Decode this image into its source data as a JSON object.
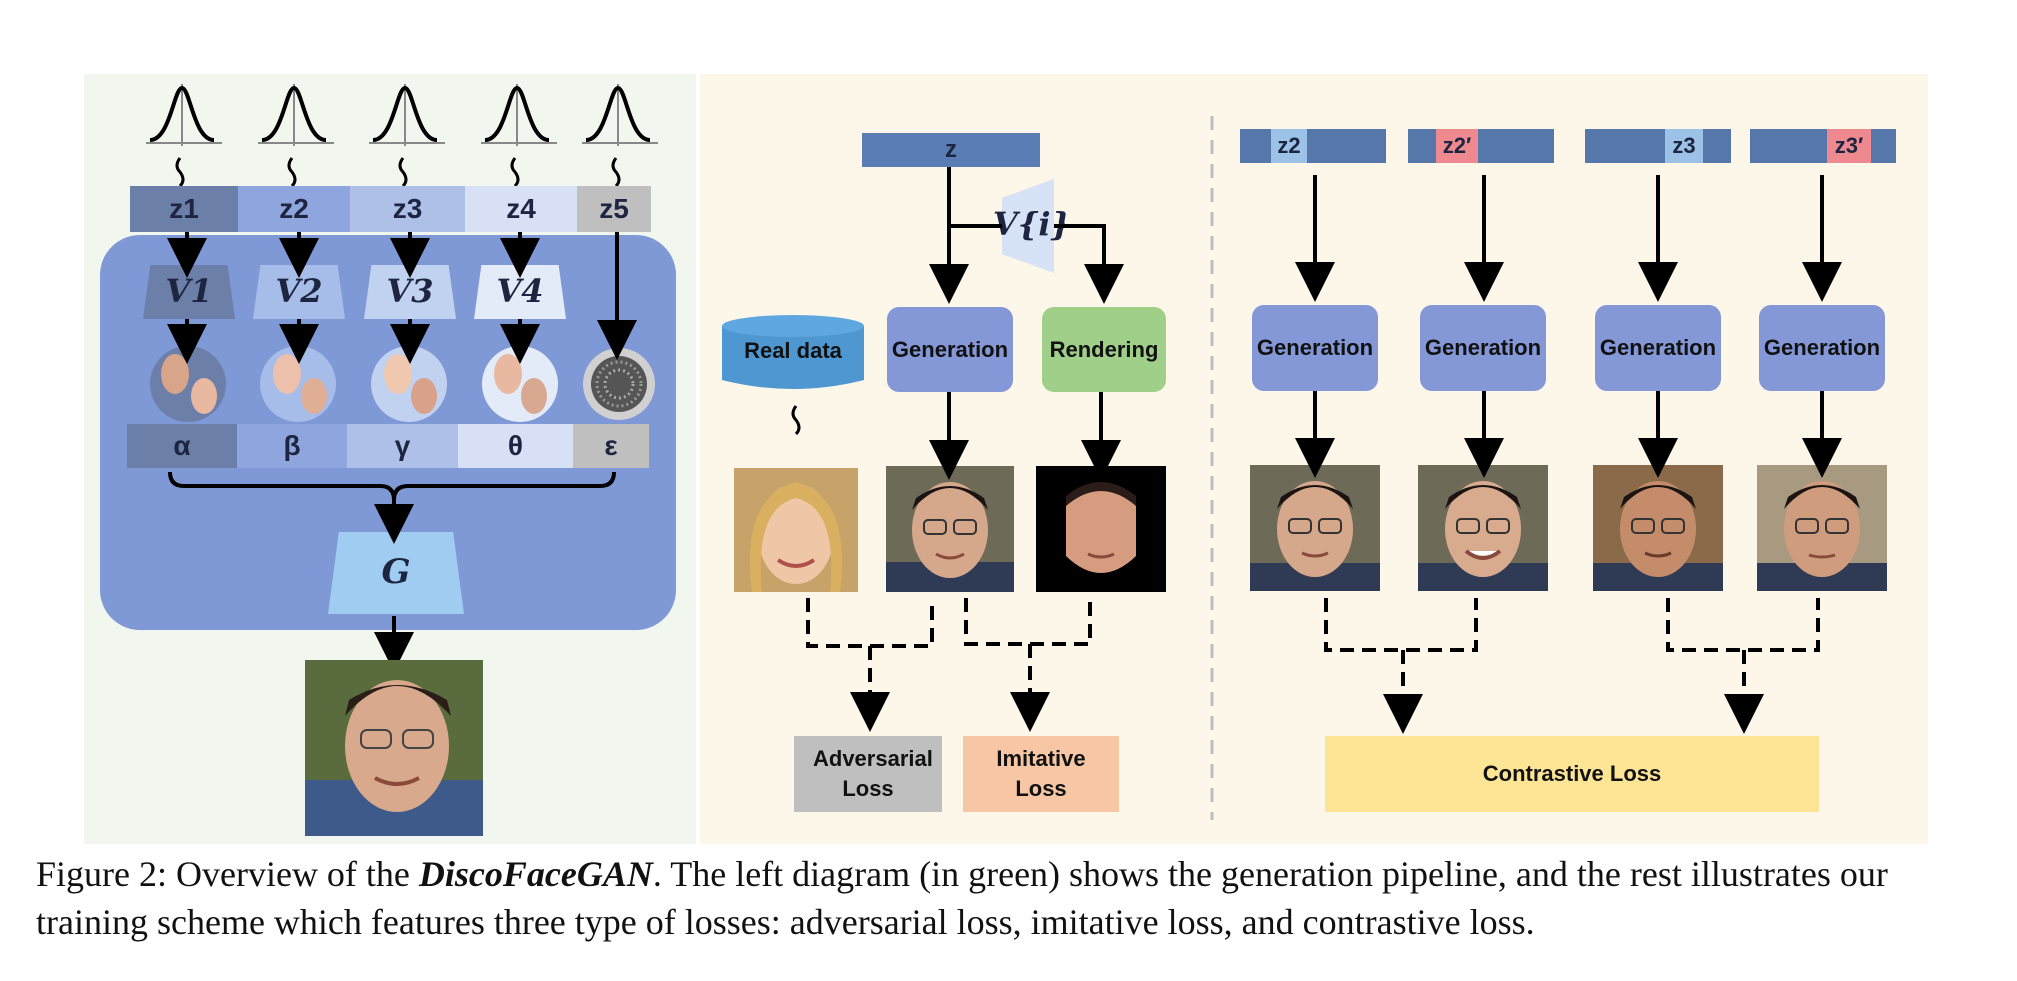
{
  "left": {
    "latents": [
      "z1",
      "z2",
      "z3",
      "z4",
      "z5"
    ],
    "vaes": [
      "V1",
      "V2",
      "V3",
      "V4"
    ],
    "params": [
      "α",
      "β",
      "γ",
      "θ",
      "ε"
    ],
    "generator": "G"
  },
  "middle": {
    "z_label": "z",
    "v_label": "V{i}",
    "real_data": "Real data",
    "generation": "Generation",
    "rendering": "Rendering",
    "adversarial_loss": "Adversarial Loss",
    "imitative_loss": "Imitative Loss"
  },
  "right": {
    "z_labels": [
      "z2",
      "z2′",
      "z3",
      "z3′"
    ],
    "generation": "Generation",
    "contrastive_loss": "Contrastive Loss"
  },
  "caption": {
    "prefix": "Figure 2: Overview of the ",
    "name": "DiscoFaceGAN",
    "rest": ". The left diagram (in green) shows the generation pipeline, and the rest illustrates our training scheme which features three type of losses: adversarial loss, imitative loss, and contrastive loss."
  },
  "colors": {
    "left_bg": "#f1f7ee",
    "right_bg": "#fdf7ea",
    "generation": "#8498d8",
    "rendering": "#9fcf89",
    "real_data": "#4e97d1",
    "adversarial": "#bfbfbf",
    "imitative": "#f7c7a5",
    "contrastive": "#fde595",
    "highlight_blue": "#9cc2e8",
    "highlight_red": "#ee8a8f"
  }
}
